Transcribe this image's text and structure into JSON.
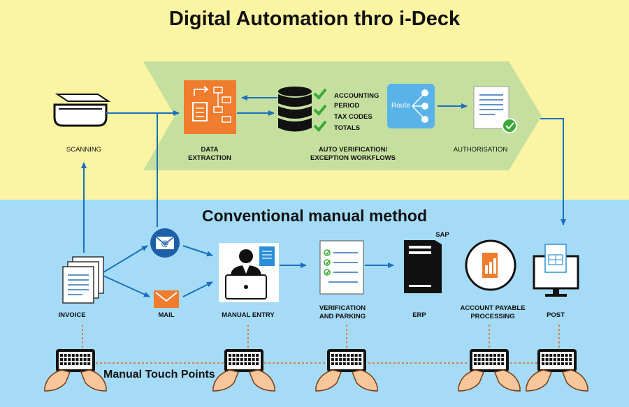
{
  "title": "Digital Automation thro i-Deck",
  "subtitle": "Conventional manual method",
  "top_flow": {
    "scanning": "SCANNING",
    "data_extraction_line1": "DATA",
    "data_extraction_line2": "EXTRACTION",
    "checks": [
      "ACCOUNTING",
      "PERIOD",
      "TAX CODES",
      "TOTALS"
    ],
    "auto_verif_line1": "AUTO VERIFICATION/",
    "auto_verif_line2": "EXCEPTION WORKFLOWS",
    "route": "Route",
    "authorisation": "AUTHORISATION"
  },
  "bottom_flow": {
    "invoice": "INVOICE",
    "mail": "MAIL",
    "manual_entry": "MANUAL ENTRY",
    "verification_line1": "VERIFICATION",
    "verification_line2": "AND PARKING",
    "sap": "SAP",
    "erp": "ERP",
    "ap_line1": "ACCOUNT PAYABLE",
    "ap_line2": "PROCESSING",
    "post": "POST"
  },
  "manual_touch_points": "Manual Touch Points",
  "colors": {
    "top_band": "#fbf4a2",
    "bottom_band": "#a5dbf6",
    "chevron": "#c5df9e",
    "arrow": "#1a6fbf",
    "extraction_orange": "#f07c2d",
    "route_blue": "#5ab3e8",
    "check_green": "#3aa935"
  },
  "icons": [
    "scanner-icon",
    "data-extraction-icon",
    "database-icon",
    "checkmark-icon",
    "route-icon",
    "document-approved-icon",
    "invoice-stack-icon",
    "email-at-icon",
    "mail-envelope-icon",
    "person-at-computer-icon",
    "checklist-icon",
    "server-tower-icon",
    "receipt-chart-icon",
    "monitor-spreadsheet-icon",
    "hands-on-keyboard-icon"
  ]
}
